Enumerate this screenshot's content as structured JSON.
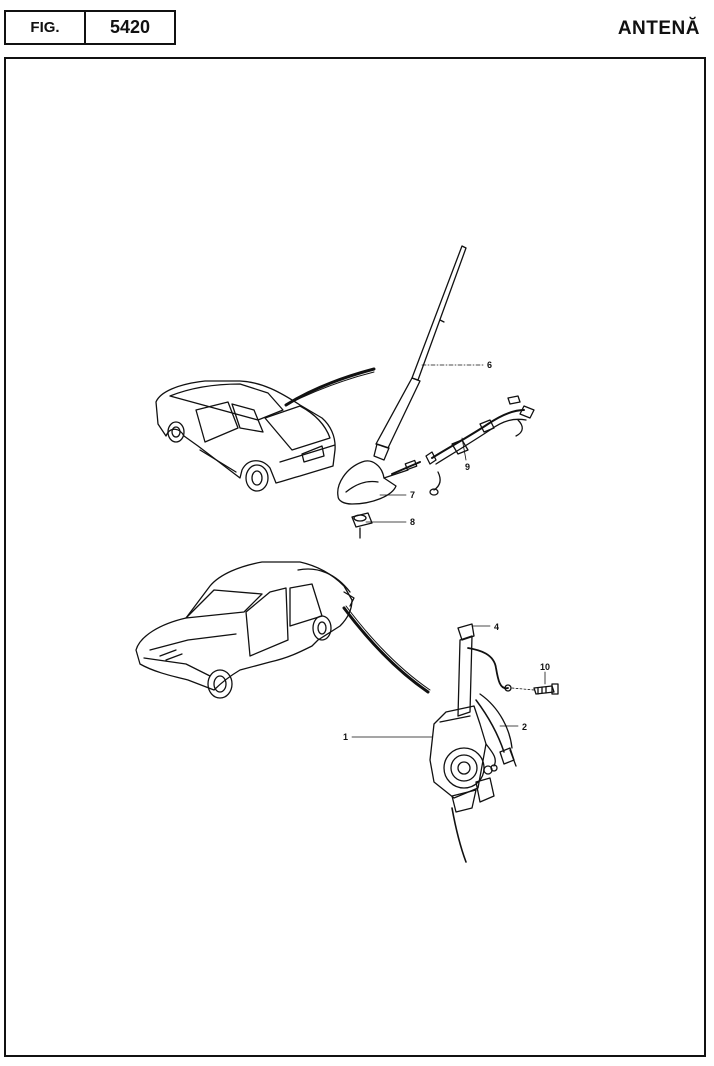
{
  "header": {
    "fig_label": "FIG.",
    "fig_number": "5420",
    "title": "ANTENĂ"
  },
  "callouts": {
    "c1": "1",
    "c2": "2",
    "c4": "4",
    "c6": "6",
    "c7": "7",
    "c8": "8",
    "c9": "9",
    "c10": "10"
  }
}
